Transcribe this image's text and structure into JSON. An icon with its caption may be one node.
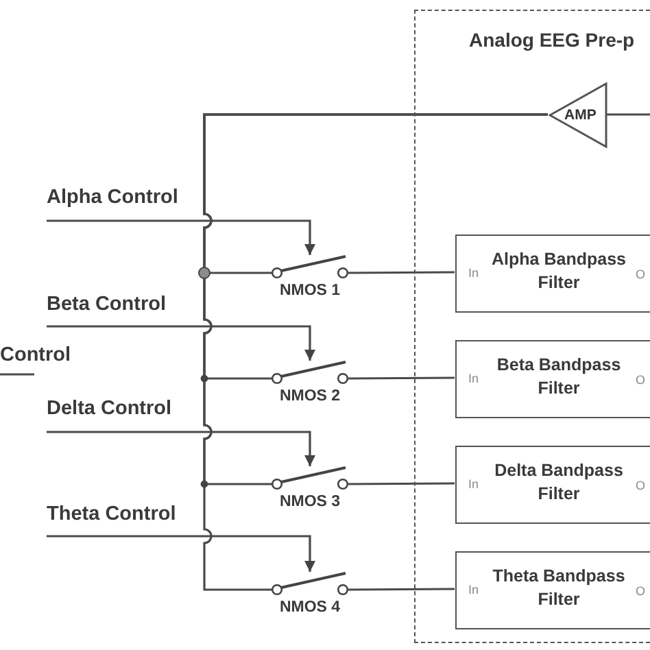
{
  "diagram": {
    "nodes": [
      {
        "text": [
          "Analog EEG Pre-p"
        ]
      },
      {
        "text": [
          "AMP"
        ],
        "in": 0
      },
      {
        "text": [
          "Alpha Control"
        ]
      },
      {
        "text": [
          "NMOS 1"
        ]
      },
      {
        "text": [
          "In",
          "Alpha Bandpass Filter",
          "O"
        ],
        "in": 0
      },
      {
        "text": [
          "Beta Control"
        ]
      },
      {
        "text": [
          "NMOS 2"
        ]
      },
      {
        "text": [
          "In",
          "Beta Bandpass Filter",
          "O"
        ],
        "in": 0
      },
      {
        "text": [
          "Delta Control"
        ]
      },
      {
        "text": [
          "NMOS 3"
        ]
      },
      {
        "text": [
          "In",
          "Delta Bandpass Filter",
          "O"
        ],
        "in": 0
      },
      {
        "text": [
          "Theta Control"
        ]
      },
      {
        "text": [
          "NMOS 4"
        ]
      },
      {
        "text": [
          "In",
          "Theta Bandpass Filter",
          "O"
        ],
        "in": 0
      }
    ],
    "edges": [
      {
        "from": 2,
        "to": 3,
        "arrow": "to"
      },
      {
        "from": 1,
        "to": 3,
        "arrow": "none"
      },
      {
        "from": 3,
        "to": 4,
        "arrow": "none"
      },
      {
        "from": 5,
        "to": 6,
        "arrow": "to"
      },
      {
        "from": 1,
        "to": 6,
        "arrow": "none"
      },
      {
        "from": 6,
        "to": 7,
        "arrow": "none"
      },
      {
        "from": 8,
        "to": 9,
        "arrow": "to"
      },
      {
        "from": 1,
        "to": 9,
        "arrow": "none"
      },
      {
        "from": 9,
        "to": 10,
        "arrow": "none"
      },
      {
        "from": 11,
        "to": 12,
        "arrow": "to"
      },
      {
        "from": 1,
        "to": 12,
        "arrow": "none"
      },
      {
        "from": 12,
        "to": 13,
        "arrow": "none"
      },
      {
        "from": 1,
        "to": null,
        "arrow": "none"
      }
    ],
    "labels": [
      "Control"
    ]
  }
}
